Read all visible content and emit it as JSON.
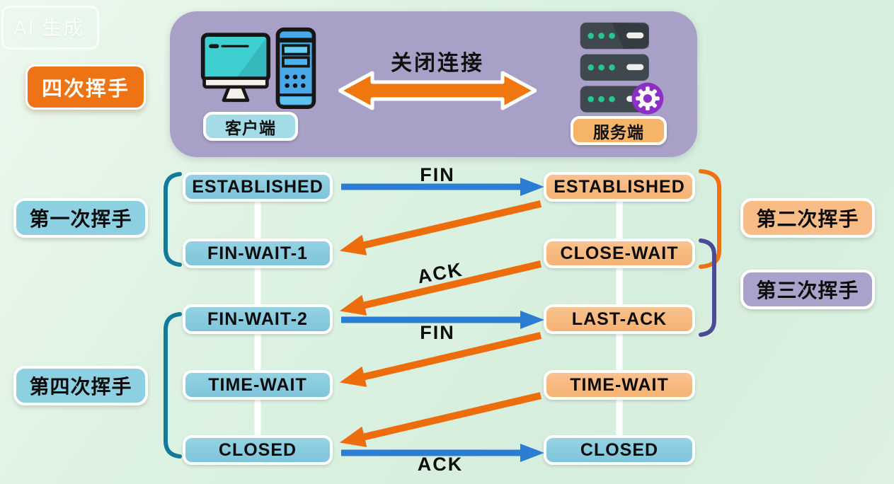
{
  "watermark": {
    "label": "AI 生成"
  },
  "badge": {
    "label": "四次挥手"
  },
  "hero": {
    "client_label": "客户端",
    "server_label": "服务端",
    "link_label": "关闭连接"
  },
  "states": {
    "client": [
      "ESTABLISHED",
      "FIN-WAIT-1",
      "FIN-WAIT-2",
      "TIME-WAIT",
      "CLOSED"
    ],
    "server": [
      "ESTABLISHED",
      "CLOSE-WAIT",
      "LAST-ACK",
      "TIME-WAIT",
      "CLOSED"
    ]
  },
  "phases": {
    "first": "第一次挥手",
    "second": "第二次挥手",
    "third": "第三次挥手",
    "fourth": "第四次挥手"
  },
  "messages": {
    "fin_1": "FIN",
    "ack_1": "ACK",
    "fin_2": "FIN",
    "ack_2": "ACK"
  },
  "colors": {
    "background_mint": "#ddf2e2",
    "panel_purple": "#a8a0c6",
    "state_box_blue": "#8bcde0",
    "state_box_orange": "#f8bd87",
    "phase_label_purple": "#aaa2ca",
    "accent_orange": "#ee7315",
    "arrow_blue": "#2b7dd3",
    "arrow_orange": "#ed6d0d",
    "bracket_teal": "#147a9b",
    "bracket_indigo": "#4c4a97",
    "server_rack_dark": "#3e484e",
    "server_dot_green": "#25c78d",
    "gear_purple": "#8b2fc5",
    "monitor_screen_teal": "#3ecfd0",
    "tower_blue": "#49a9e8"
  }
}
